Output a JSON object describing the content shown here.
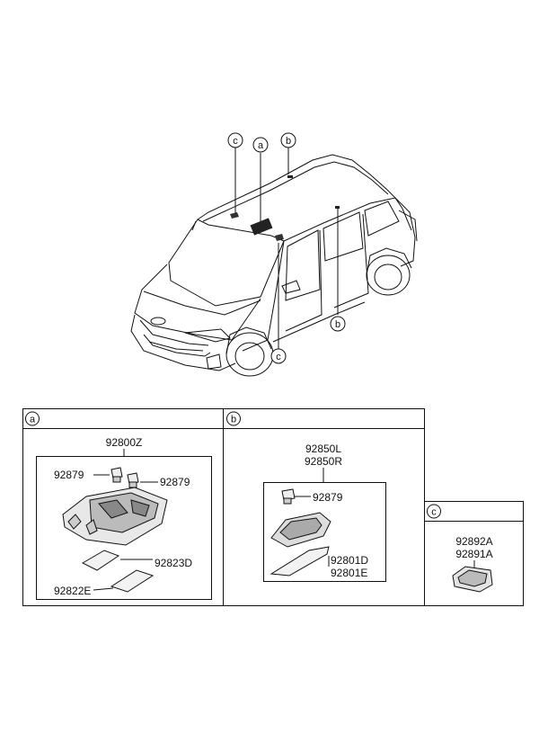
{
  "callouts": {
    "a": "a",
    "b": "b",
    "c": "c"
  },
  "section_a": {
    "header": "a",
    "assembly": "92800Z",
    "bulb_left": "92879",
    "bulb_right": "92879",
    "lens_upper": "92823D",
    "lens_lower": "92822E"
  },
  "section_b": {
    "header": "b",
    "assembly_l": "92850L",
    "assembly_r": "92850R",
    "bulb": "92879",
    "lens_1": "92801D",
    "lens_2": "92801E"
  },
  "section_c": {
    "header": "c",
    "part_1": "92892A",
    "part_2": "92891A"
  }
}
